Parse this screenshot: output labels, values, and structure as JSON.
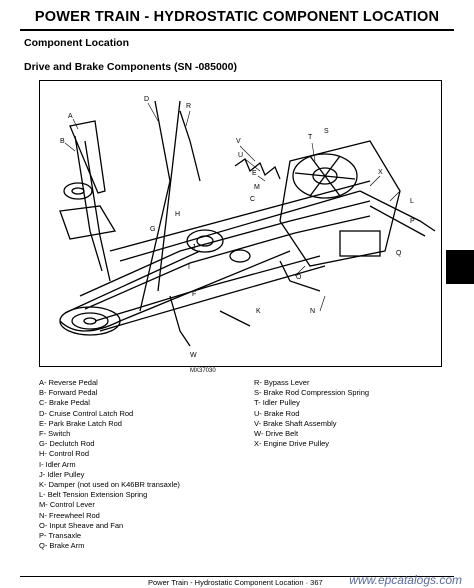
{
  "page": {
    "title": "POWER TRAIN - HYDROSTATIC   COMPONENT LOCATION",
    "section": "Component Location",
    "subsection": "Drive and Brake Components (SN -085000)",
    "figure_id": "MX37030",
    "footer": "Power Train - Hydrostatic  Component Location · 367",
    "watermark": "www.epcatalogs.com"
  },
  "callouts": [
    "D",
    "R",
    "A",
    "B",
    "V",
    "U",
    "E",
    "T",
    "S",
    "X",
    "M",
    "C",
    "H",
    "G",
    "L",
    "P",
    "J",
    "I",
    "F",
    "Q",
    "K",
    "O",
    "N",
    "W"
  ],
  "legend": {
    "left": [
      "A- Reverse Pedal",
      "B- Forward Pedal",
      "C- Brake Pedal",
      "D- Cruise Control Latch Rod",
      "E- Park Brake Latch Rod",
      "F- Switch",
      "G- Declutch Rod",
      "H- Control Rod",
      "I- Idler Arm",
      "J- Idler Pulley",
      "K- Damper (not used on K46BR transaxle)",
      "L- Belt Tension Extension Spring",
      "M- Control Lever",
      "N- Freewheel Rod",
      "O- Input Sheave and Fan",
      "P- Transaxle",
      "Q- Brake Arm"
    ],
    "right": [
      "R- Bypass Lever",
      "S- Brake Rod Compression Spring",
      "T- Idler Pulley",
      "U- Brake Rod",
      "V- Brake Shaft Assembly",
      "W- Drive Belt",
      "X- Engine Drive Pulley"
    ]
  }
}
